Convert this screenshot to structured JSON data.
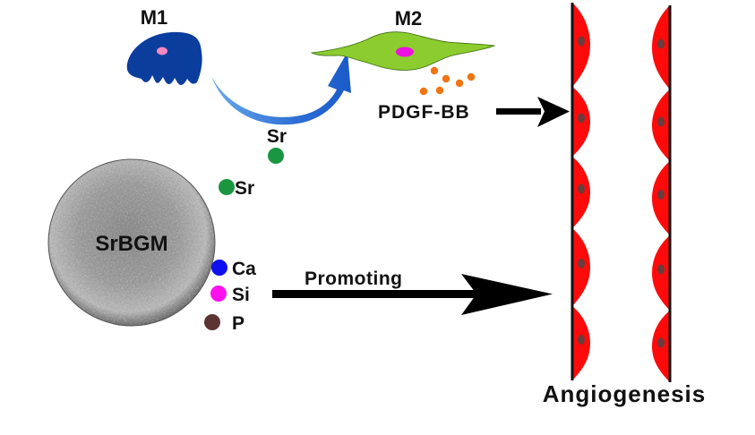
{
  "diagram": {
    "labels": {
      "m1": "M1",
      "m2": "M2",
      "pdgf": "PDGF-BB",
      "sr_top": "Sr",
      "sr_mid": "Sr",
      "sphere": "SrBGM",
      "ca": "Ca",
      "si": "Si",
      "p": "P",
      "promoting": "Promoting",
      "angiogenesis": "Angiogenesis"
    },
    "colors": {
      "m1_cell": "#0a3d9c",
      "m1_nucleus": "#f28ac0",
      "m2_cell": "#8ccc2e",
      "m2_nucleus": "#ee10e0",
      "polarization_arrow": "#2e6fd6",
      "pdgf_particles": "#f07414",
      "sr_ion": "#1a9640",
      "ca_ion": "#1010ee",
      "si_ion": "#ff10ee",
      "p_ion": "#5c3434",
      "endothelial_cell": "#ff0a0a",
      "endothelial_nucleus": "#6a3c3c",
      "vessel_wall": "#111111",
      "sphere_surface": "#9a9a9a"
    }
  }
}
